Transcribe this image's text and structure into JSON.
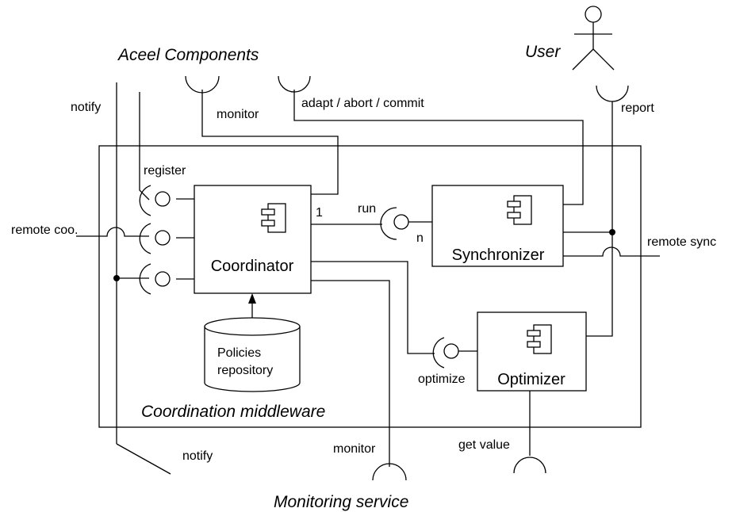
{
  "groups": {
    "aceel_components": "Aceel Components",
    "user": "User",
    "coordination_middleware": "Coordination middleware",
    "monitoring_service": "Monitoring service"
  },
  "components": {
    "coordinator": "Coordinator",
    "synchronizer": "Synchronizer",
    "optimizer": "Optimizer",
    "policies_repository": [
      "Policies",
      "repository"
    ]
  },
  "interfaces": {
    "notify_top": "notify",
    "monitor_top": "monitor",
    "adapt_abort_commit": "adapt / abort / commit",
    "report": "report",
    "register": "register",
    "remote_coo": "remote coo.",
    "run": "run",
    "multiplicity_1": "1",
    "multiplicity_n": "n",
    "remote_sync": "remote sync",
    "optimize": "optimize",
    "notify_bottom": "notify",
    "monitor_bottom": "monitor",
    "get_value": "get value"
  }
}
